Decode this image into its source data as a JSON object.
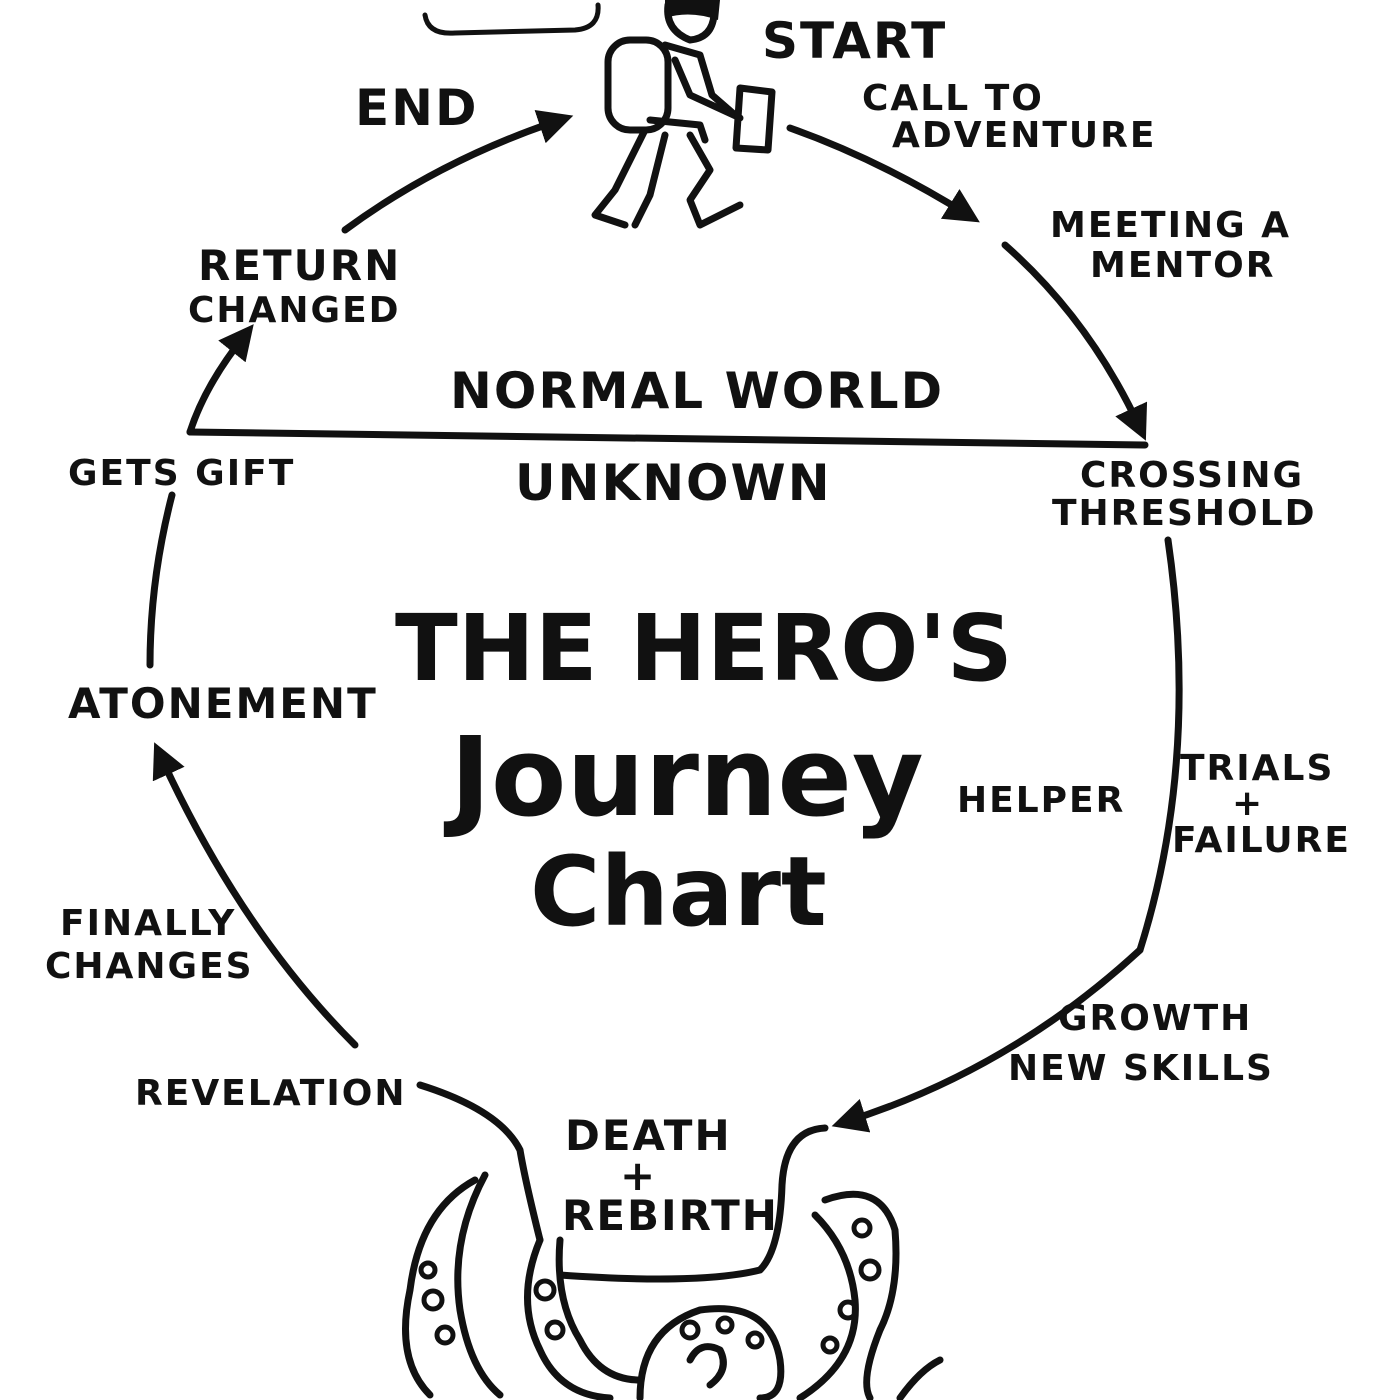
{
  "title": {
    "line1": "THE HERO'S",
    "line2": "Journey",
    "line3": "Chart"
  },
  "world": {
    "normal": "NORMAL WORLD",
    "unknown": "UNKNOWN"
  },
  "stages": {
    "start": "START",
    "call_to_adventure_1": "CALL TO",
    "call_to_adventure_2": "ADVENTURE",
    "meeting_mentor_1": "MEETING A",
    "meeting_mentor_2": "MENTOR",
    "crossing_threshold_1": "CROSSING",
    "crossing_threshold_2": "THRESHOLD",
    "helper": "HELPER",
    "trials_1": "TRIALS",
    "trials_2": "+",
    "trials_3": "FAILURE",
    "growth_1": "GROWTH",
    "growth_2": "NEW SKILLS",
    "death_rebirth_1": "DEATH",
    "death_rebirth_2": "+",
    "death_rebirth_3": "REBIRTH",
    "revelation": "REVELATION",
    "finally_changes_1": "FINALLY",
    "finally_changes_2": "CHANGES",
    "atonement": "ATONEMENT",
    "gets_gift": "GETS GIFT",
    "return_changed_1": "RETURN",
    "return_changed_2": "CHANGED",
    "end": "END"
  },
  "colors": {
    "ink": "#111111",
    "paper": "#ffffff"
  },
  "icons": {
    "hero": "hiker-with-backpack-icon",
    "monster": "tentacle-monster-icon",
    "cloud": "cloud-icon"
  }
}
